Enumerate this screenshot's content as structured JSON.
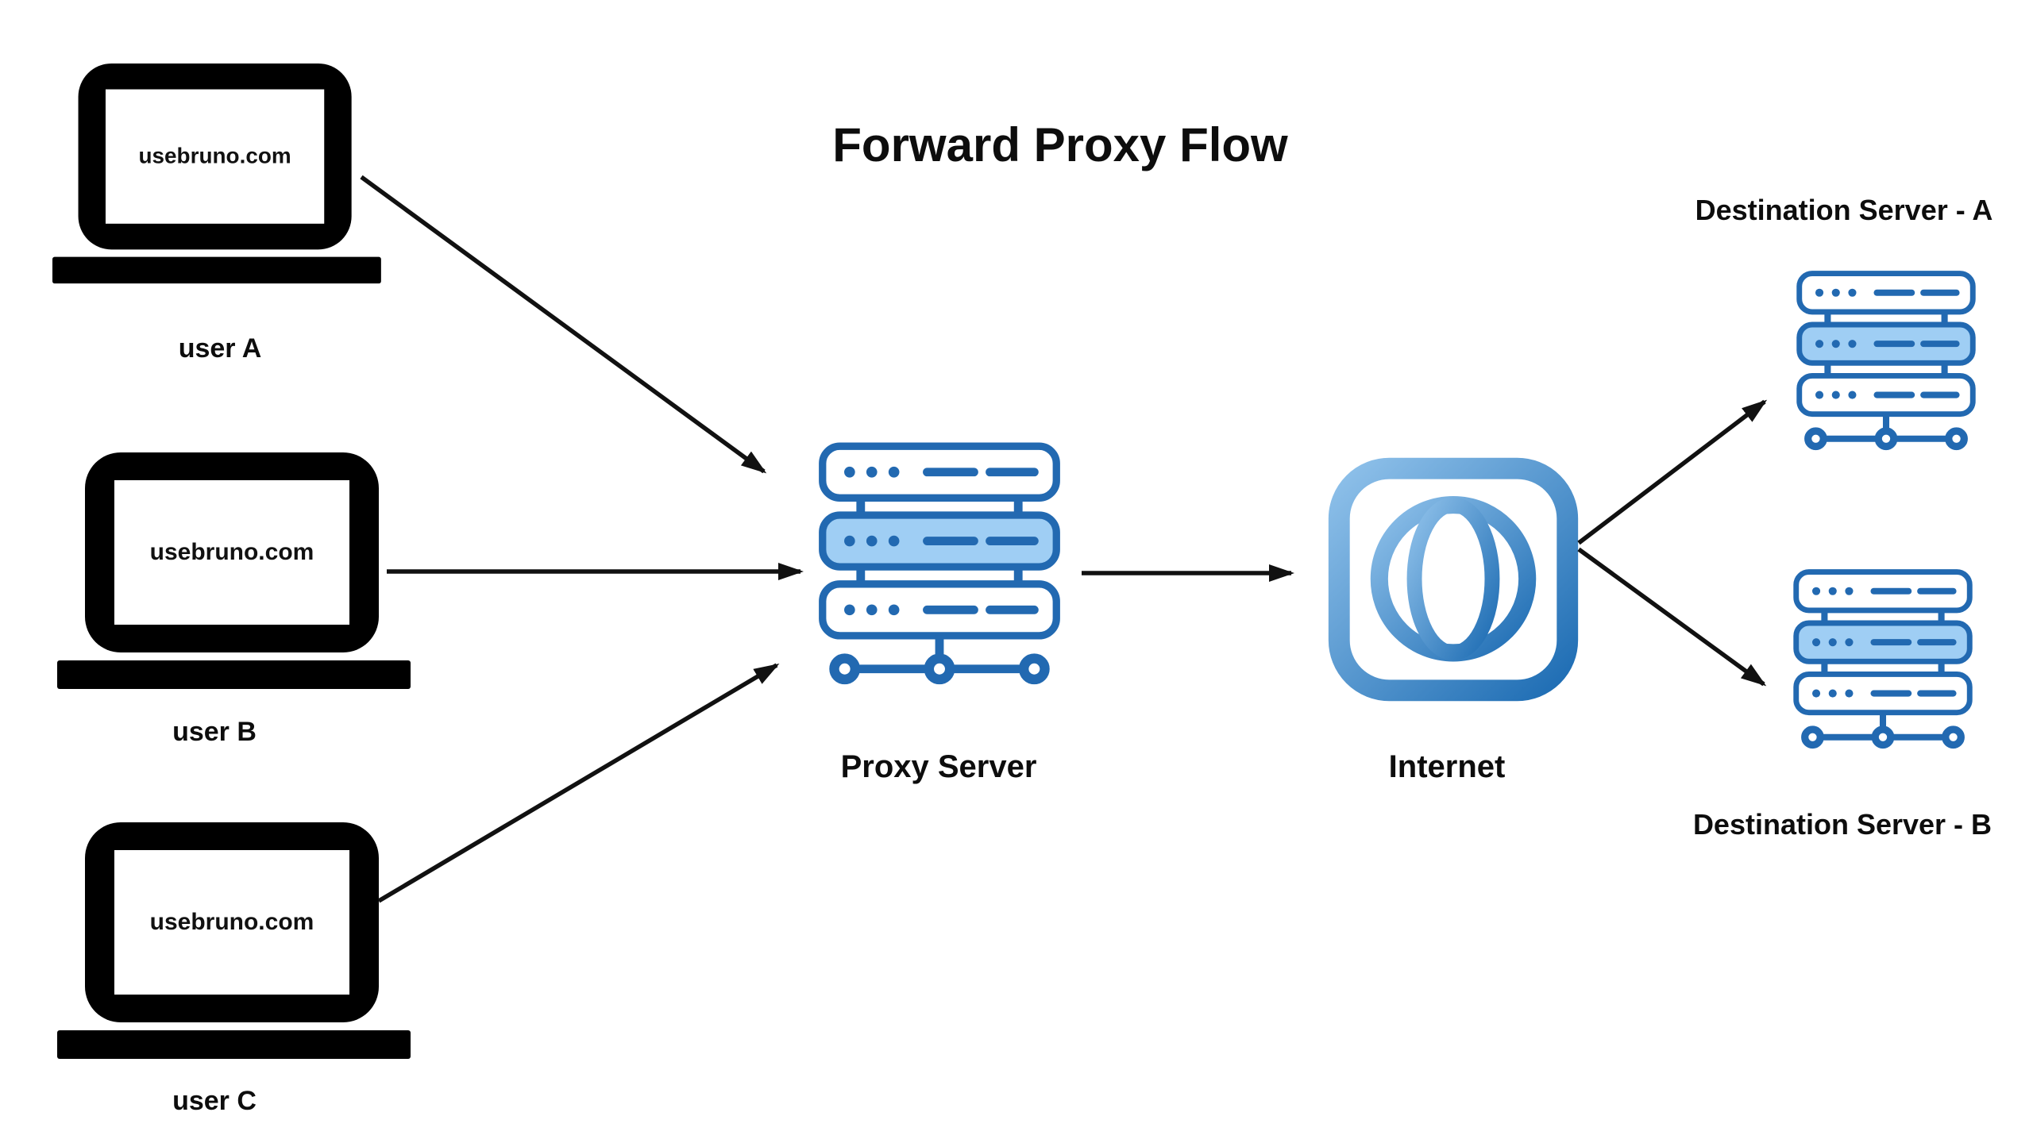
{
  "title": "Forward Proxy Flow",
  "colors": {
    "background": "#FFFFFF",
    "laptop_black": "#000000",
    "arrow_black": "#111111",
    "server_stroke_blue": "#2269B1",
    "server_fill_light_blue": "#9FCEF4",
    "server_fill_white": "#FFFFFF",
    "internet_gradient_start": "#8FC1EA",
    "internet_gradient_end": "#1D6CB3",
    "text_black": "#0D0D0D"
  },
  "nodes": {
    "user_a": {
      "label": "user A",
      "screen_text": "usebruno.com",
      "icon": "laptop-icon"
    },
    "user_b": {
      "label": "user B",
      "screen_text": "usebruno.com",
      "icon": "laptop-icon"
    },
    "user_c": {
      "label": "user C",
      "screen_text": "usebruno.com",
      "icon": "laptop-icon"
    },
    "proxy": {
      "label": "Proxy Server",
      "icon": "server-rack-icon"
    },
    "internet": {
      "label": "Internet",
      "icon": "globe-icon"
    },
    "dest_a": {
      "label": "Destination Server - A",
      "icon": "server-rack-icon"
    },
    "dest_b": {
      "label": "Destination Server - B",
      "icon": "server-rack-icon"
    }
  },
  "edges": [
    {
      "from": "user A",
      "to": "Proxy Server"
    },
    {
      "from": "user B",
      "to": "Proxy Server"
    },
    {
      "from": "user C",
      "to": "Proxy Server"
    },
    {
      "from": "Proxy Server",
      "to": "Internet"
    },
    {
      "from": "Internet",
      "to": "Destination Server - A"
    },
    {
      "from": "Internet",
      "to": "Destination Server - B"
    }
  ]
}
